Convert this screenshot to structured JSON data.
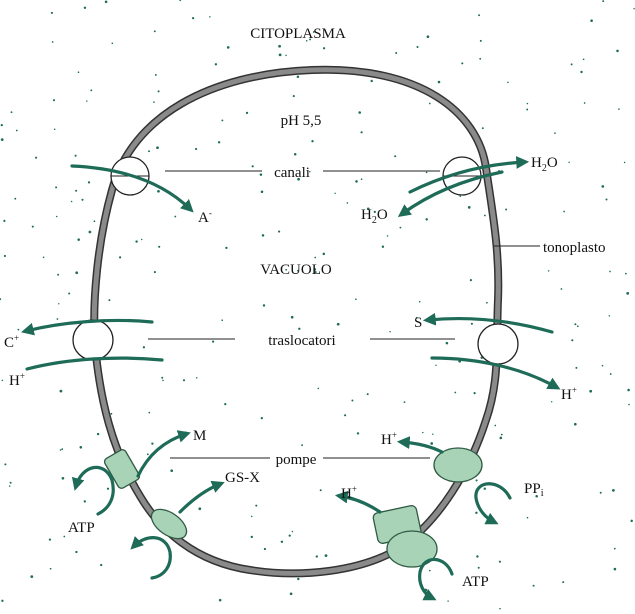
{
  "labels": {
    "cytoplasm": "CITOPLASMA",
    "ph": "pH 5,5",
    "vacuole": "VACUOLO",
    "tonoplast": "tonoplasto",
    "channels": "canali",
    "translocators": "traslocatori",
    "pumps": "pompe"
  },
  "species": {
    "anion": "A",
    "anion_charge": "-",
    "water_left": "H",
    "water_left_sub": "2",
    "water_left_end": "O",
    "water_right": "H",
    "water_right_sub": "2",
    "water_right_end": "O",
    "cation": "C",
    "cation_charge": "+",
    "proton_left": "H",
    "proton_left_charge": "+",
    "substrate": "S",
    "proton_right": "H",
    "proton_right_charge": "+",
    "m": "M",
    "gsx": "GS-X",
    "atp_left": "ATP",
    "proton_pump_top": "H",
    "proton_pump_top_charge": "+",
    "proton_pump_bottom": "H",
    "proton_pump_bottom_charge": "+",
    "ppi": "PP",
    "ppi_sub": "i",
    "atp_right": "ATP"
  },
  "colors": {
    "arrow": "#1e6b58",
    "membrane": "#7a7a7a",
    "membrane_edge": "#333333",
    "pump_fill": "#a9d3b6",
    "pump_edge": "#2f5a44",
    "dots": "#1e6b58"
  }
}
